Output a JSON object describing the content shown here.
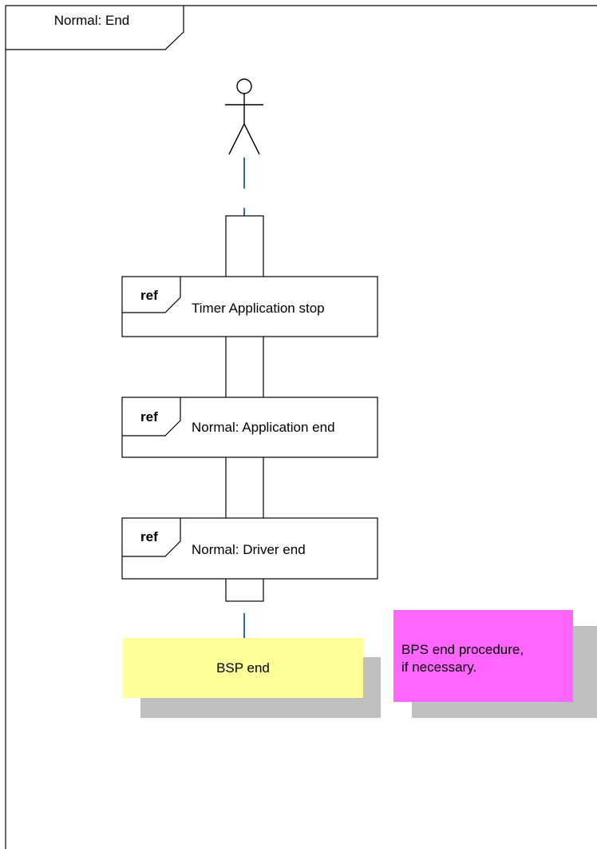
{
  "frame": {
    "title": "Normal: End"
  },
  "refs": [
    {
      "tag": "ref",
      "title": "Timer Application stop"
    },
    {
      "tag": "ref",
      "title": "Normal: Application end"
    },
    {
      "tag": "ref",
      "title": "Normal: Driver end"
    }
  ],
  "bsp_box": {
    "text": "BSP end",
    "color": "#ffff99"
  },
  "note": {
    "line1": "BPS end procedure,",
    "line2": "if necessary.",
    "color": "#ff66ff"
  },
  "colors": {
    "lifeline": "#2e6aa8",
    "shadow": "#bfbfbf"
  }
}
